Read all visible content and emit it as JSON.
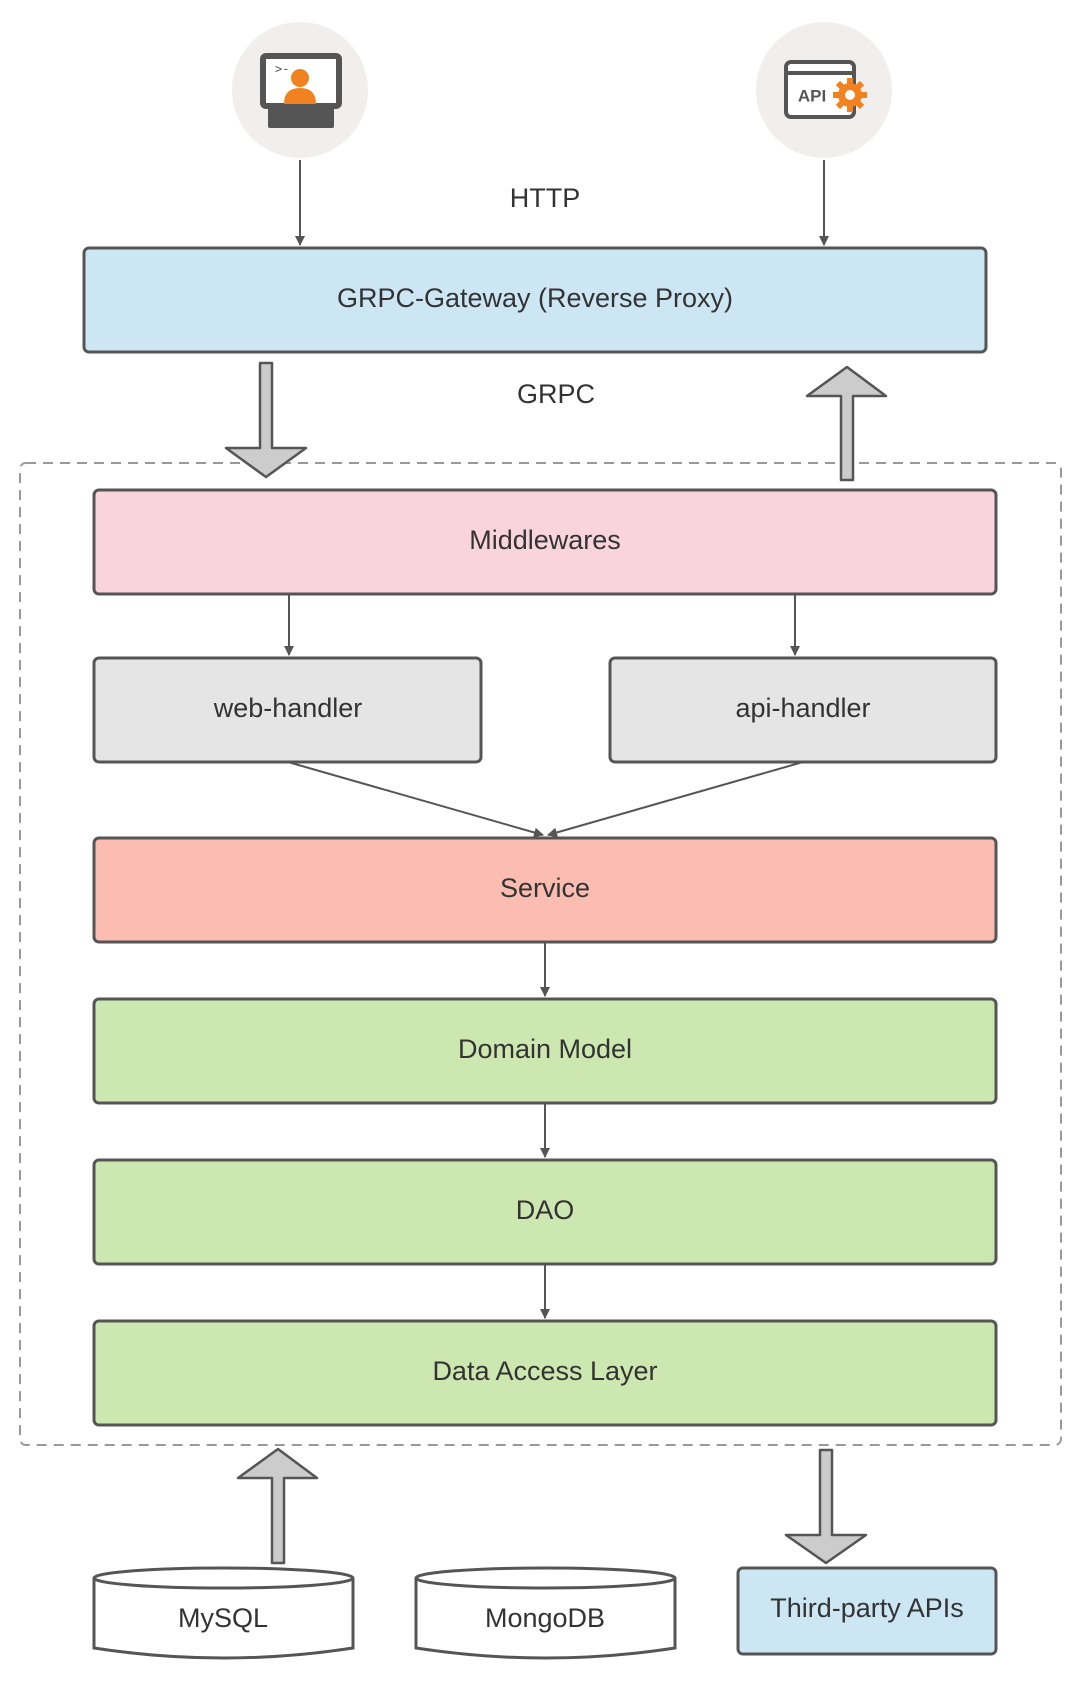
{
  "labels": {
    "http": "HTTP",
    "grpc": "GRPC"
  },
  "icons": {
    "web_client": "developer-computer-icon",
    "api_client": "api-gear-icon"
  },
  "layers": {
    "gateway": "GRPC-Gateway (Reverse Proxy)",
    "middlewares": "Middlewares",
    "web_handler": "web-handler",
    "api_handler": "api-handler",
    "service": "Service",
    "domain_model": "Domain Model",
    "dao": "DAO",
    "data_access_layer": "Data Access Layer"
  },
  "api_icon_text": "API",
  "storage": {
    "mysql": "MySQL",
    "mongodb": "MongoDB",
    "third_party": "Third-party APIs"
  },
  "colors": {
    "gateway": "#cce6f4",
    "middlewares": "#f9d4dc",
    "handler": "#e5e5e5",
    "service": "#fbbcb1",
    "green_layer": "#cde7b0",
    "third_party": "#cce6f4",
    "icon_accent": "#f2821f"
  }
}
